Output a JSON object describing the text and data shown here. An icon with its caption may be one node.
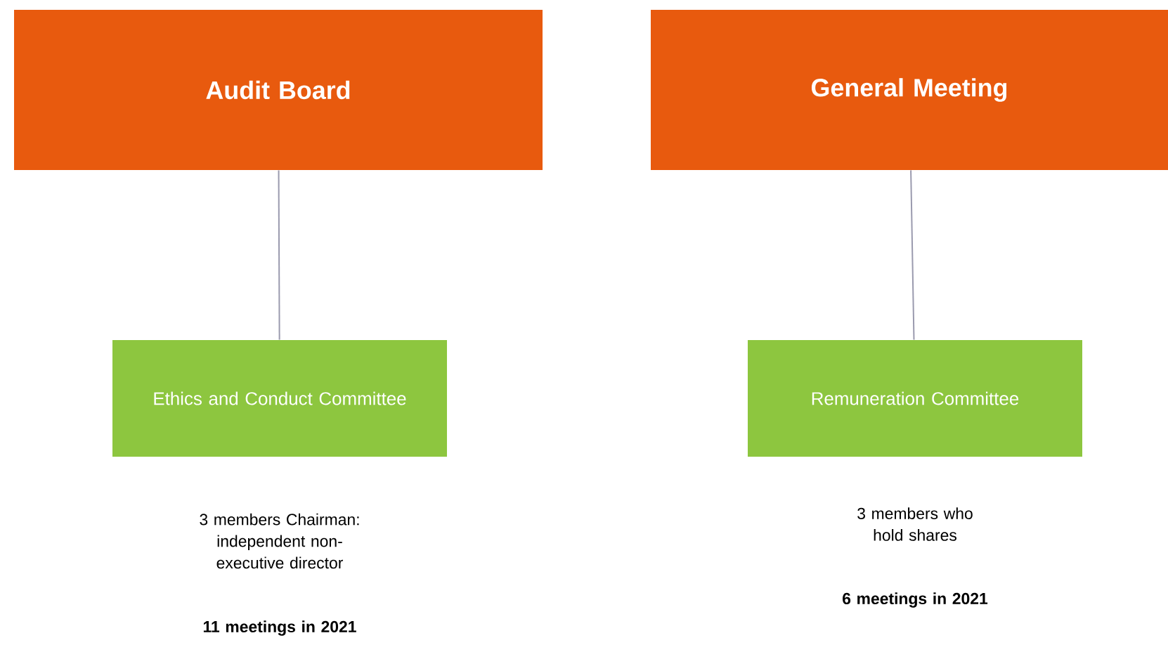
{
  "diagram": {
    "nodes": [
      {
        "text": [
          "Audit Board"
        ]
      },
      {
        "text": [
          "General Meeting"
        ]
      },
      {
        "text": [
          "Ethics and Conduct Committee"
        ],
        "beside": [
          "3 members Chairman: independent non-executive director",
          "11 meetings in 2021"
        ]
      },
      {
        "text": [
          "Remuneration Committee"
        ],
        "beside": [
          "3 members who hold shares",
          "6 meetings in 2021"
        ]
      }
    ],
    "edges": [
      {
        "from": 0,
        "to": 2,
        "arrow": "none"
      },
      {
        "from": 1,
        "to": 3,
        "arrow": "none"
      }
    ]
  }
}
